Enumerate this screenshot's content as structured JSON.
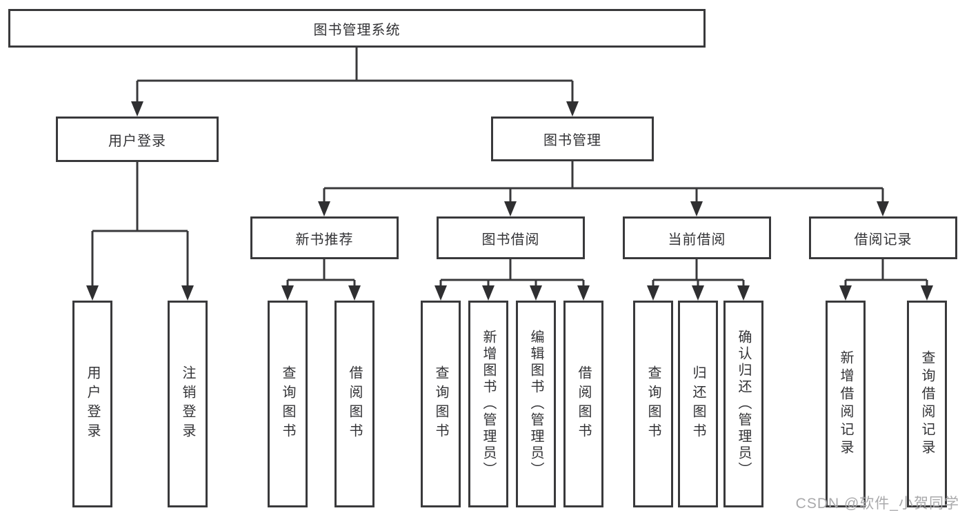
{
  "diagram": {
    "root": {
      "label": "图书管理系统"
    },
    "level2": [
      {
        "id": "user-login",
        "label": "用户登录"
      },
      {
        "id": "book-management",
        "label": "图书管理"
      }
    ],
    "level3": [
      {
        "id": "new-book-recommend",
        "parent": "book-management",
        "label": "新书推荐"
      },
      {
        "id": "book-borrowing",
        "parent": "book-management",
        "label": "图书借阅"
      },
      {
        "id": "current-borrowing",
        "parent": "book-management",
        "label": "当前借阅"
      },
      {
        "id": "borrowing-records",
        "parent": "book-management",
        "label": "借阅记录"
      }
    ],
    "leaves": [
      {
        "parent": "user-login",
        "label": "用户登录"
      },
      {
        "parent": "user-login",
        "label": "注销登录"
      },
      {
        "parent": "new-book-recommend",
        "label": "查询图书"
      },
      {
        "parent": "new-book-recommend",
        "label": "借阅图书"
      },
      {
        "parent": "book-borrowing",
        "label": "查询图书"
      },
      {
        "parent": "book-borrowing",
        "label": "新增图书（管理员）"
      },
      {
        "parent": "book-borrowing",
        "label": "编辑图书（管理员）"
      },
      {
        "parent": "book-borrowing",
        "label": "借阅图书"
      },
      {
        "parent": "current-borrowing",
        "label": "查询图书"
      },
      {
        "parent": "current-borrowing",
        "label": "归还图书"
      },
      {
        "parent": "current-borrowing",
        "label": "确认归还（管理员）"
      },
      {
        "parent": "borrowing-records",
        "label": "新增借阅记录"
      },
      {
        "parent": "borrowing-records",
        "label": "查询借阅记录"
      }
    ]
  },
  "watermark": {
    "text": "CSDN @软件_小贺同学"
  },
  "colors": {
    "line": "#39393b",
    "text": "#333336",
    "background": "#ffffff",
    "watermark": "#a9a9ab"
  }
}
